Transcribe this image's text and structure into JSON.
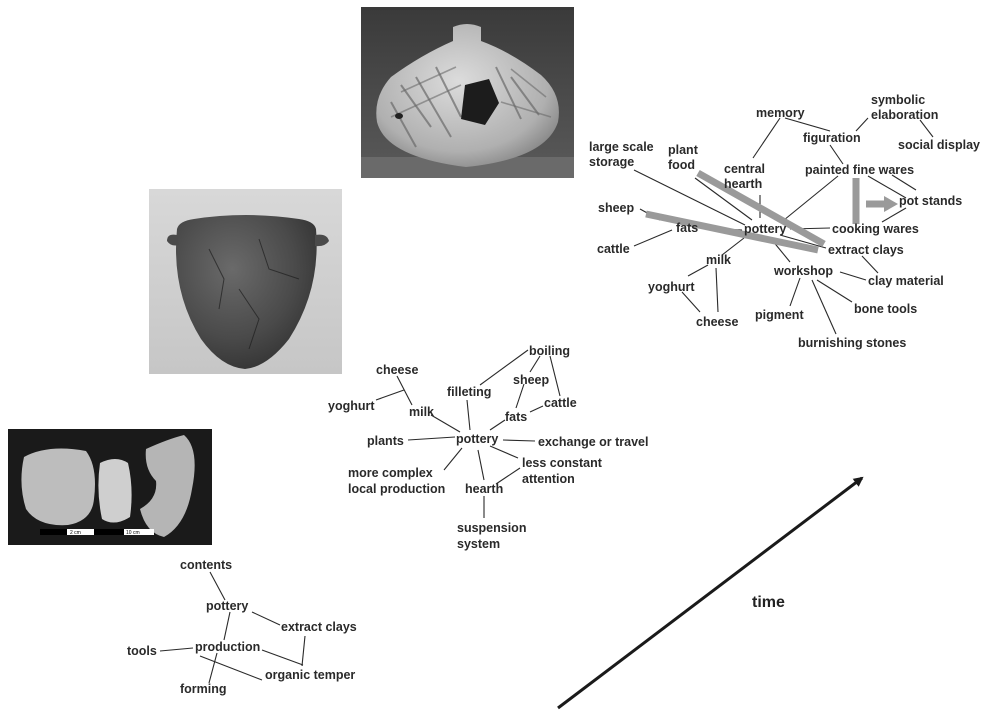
{
  "time_label": "time",
  "scale_labels": [
    "2 cm",
    "10 cm"
  ],
  "photos": [
    {
      "name": "handled-storage-jar-photo",
      "subject": "large painted storage jar with neck and hole"
    },
    {
      "name": "round-cooking-pot-photo",
      "subject": "dark round-based pot with lug handles"
    },
    {
      "name": "potsherds-photo",
      "subject": "three early potsherds with scale bar"
    }
  ],
  "networks": {
    "early": {
      "labels": {
        "contents": "contents",
        "pottery": "pottery",
        "extract_clays": "extract clays",
        "tools": "tools",
        "production": "production",
        "organic_temper": "organic temper",
        "forming": "forming"
      }
    },
    "middle": {
      "labels": {
        "boiling": "boiling",
        "cheese": "cheese",
        "sheep": "sheep",
        "yoghurt": "yoghurt",
        "milk": "milk",
        "filleting": "filleting",
        "cattle": "cattle",
        "fats": "fats",
        "plants": "plants",
        "pottery": "pottery",
        "exchange": "exchange or travel",
        "more_complex_1": "more complex",
        "more_complex_2": "local production",
        "less_constant_1": "less constant",
        "less_constant_2": "attention",
        "hearth": "hearth",
        "suspension_1": "suspension",
        "suspension_2": "system"
      }
    },
    "late": {
      "labels": {
        "memory": "memory",
        "symbolic_1": "symbolic",
        "symbolic_2": "elaboration",
        "figuration": "figuration",
        "social_display": "social display",
        "large_scale_1": "large scale",
        "large_scale_2": "storage",
        "plant_food_1": "plant",
        "plant_food_2": "food",
        "central_hearth_1": "central",
        "central_hearth_2": "hearth",
        "painted_fine_wares": "painted fine wares",
        "pot_stands": "pot stands",
        "sheep": "sheep",
        "fats": "fats",
        "pottery": "pottery",
        "cooking_wares": "cooking wares",
        "cattle": "cattle",
        "extract_clays": "extract clays",
        "milk": "milk",
        "workshop": "workshop",
        "clay_material": "clay material",
        "yoghurt": "yoghurt",
        "pigment": "pigment",
        "bone_tools": "bone tools",
        "cheese": "cheese",
        "burnishing_stones": "burnishing stones"
      }
    }
  },
  "colors": {
    "ink": "#2a2a2a",
    "highlight": "#9a9a9a",
    "arrow": "#1a1a1a"
  }
}
